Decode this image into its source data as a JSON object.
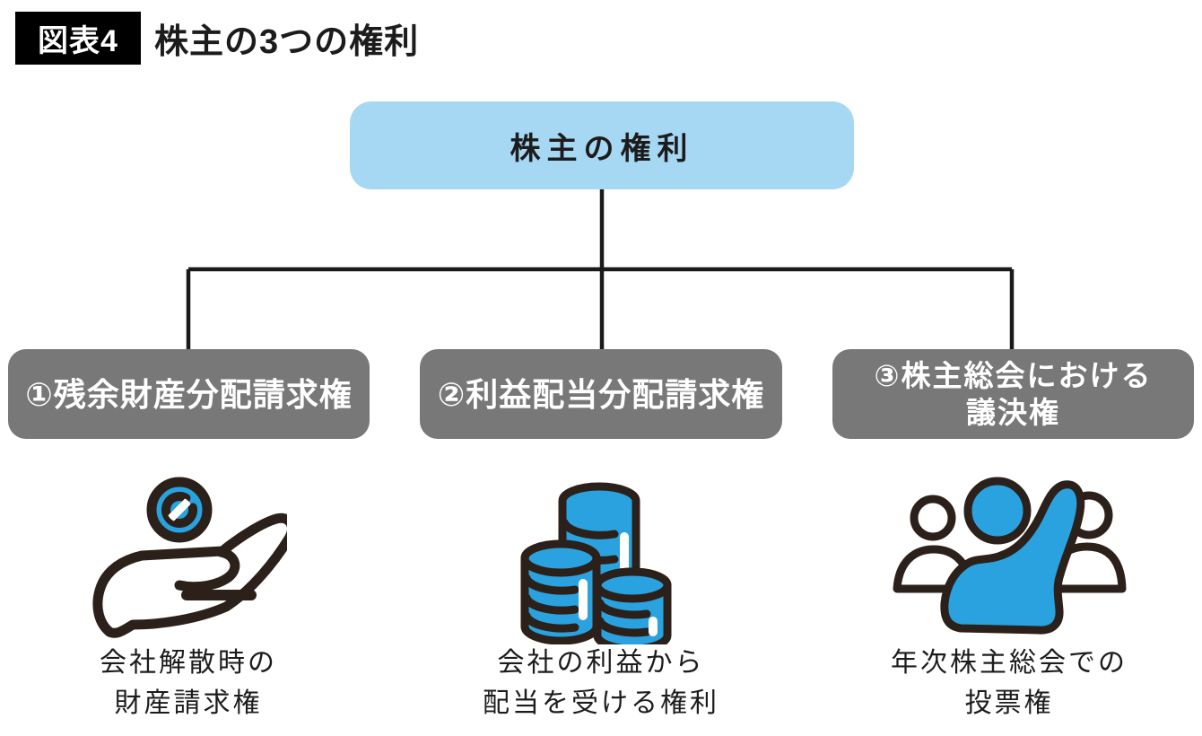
{
  "header": {
    "badge": "図表4",
    "title": "株主の3つの権利"
  },
  "root": {
    "label": "株主の権利"
  },
  "branches": [
    {
      "id": "residual-assets",
      "box_label": "①残余財産分配請求権",
      "icon": "coin-in-hand-icon",
      "caption": "会社解散時の\n財産請求権"
    },
    {
      "id": "profit-dividend",
      "box_label": "②利益配当分配請求権",
      "icon": "coin-stacks-icon",
      "caption": "会社の利益から\n配当を受ける権利"
    },
    {
      "id": "voting-rights",
      "box_label": "③株主総会における\n議決権",
      "icon": "voting-people-icon",
      "caption": "年次株主総会での\n投票権"
    }
  ],
  "colors": {
    "badge_bg": "#000000",
    "badge_text": "#ffffff",
    "text": "#1c1c1c",
    "root_box_bg": "#a6d7f3",
    "branch_box_bg": "#787878",
    "branch_box_text": "#ffffff",
    "connector": "#1a1a1a",
    "icon_blue": "#2aa2df",
    "icon_outline": "#2b211a"
  }
}
